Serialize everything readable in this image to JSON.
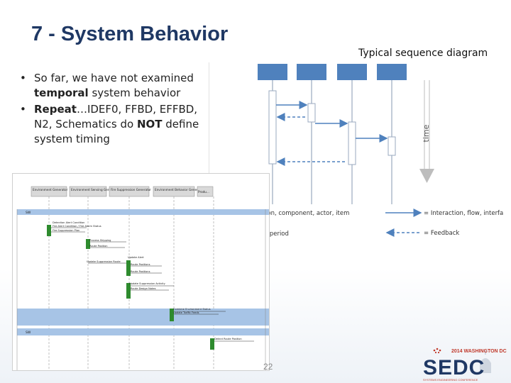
{
  "slide": {
    "title": "7 - System Behavior",
    "caption": "Typical sequence diagram",
    "page_number": "22"
  },
  "bullets": [
    {
      "pre": "So far, we have not examined ",
      "bold": "temporal",
      "post": " system behavior"
    },
    {
      "pre": "",
      "bold": "Repeat",
      "post": "…IDEF0, FFBD, EFFBD, N2, Schematics do ",
      "bold2": "NOT",
      "post2": " define system timing"
    }
  ],
  "sequence_diagram": {
    "time_label": "time",
    "legend": {
      "function": "= Function, component, actor, item",
      "active": "= Active period",
      "interaction": "= Interaction, flow, interface",
      "feedback": "= Feedback"
    },
    "colors": {
      "header": "#4f81bd",
      "arrow": "#4f81bd",
      "time_arrow": "#bdbdbd"
    }
  },
  "detail_diagram": {
    "headers": [
      "Environment Generator",
      "Environment Sensing Generator",
      "Fire Suppression Generator",
      "Environment Behavior Generator",
      "Produ..."
    ],
    "lanes": [
      {
        "label": "SW",
        "items": [
          "Detection Alert Condition",
          "Fire Alert Condition / Fire Alarm Status",
          "Fire Suppression Plan",
          "Process Shipping",
          "Route Position",
          "Update Alert",
          "Update Suppression Route",
          "Route Positions",
          "Route Positions",
          "Update Suppression Activity",
          "Route Design Notes"
        ]
      },
      {
        "label": "SW",
        "items": [
          "Combine Environment Status",
          "Update Traffic Feeds",
          "Detect Route Position"
        ]
      }
    ]
  },
  "logo": {
    "text": "SEDC",
    "year_text": "2014 WASHINGTON DC",
    "sub_text": "SYSTEMS ENGINEERING CONFERENCE"
  }
}
